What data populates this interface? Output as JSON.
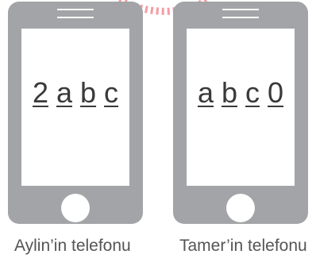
{
  "phones": [
    {
      "digits": [
        "2",
        "a",
        "b",
        "c"
      ],
      "caption": "Aylin’in telefonu"
    },
    {
      "digits": [
        "a",
        "b",
        "c",
        "0"
      ],
      "caption": "Tamer’in telefonu"
    }
  ],
  "colors": {
    "phone_body": "#a2a4a7",
    "text": "#3a3a3a",
    "watermark": "#e94a5a"
  }
}
